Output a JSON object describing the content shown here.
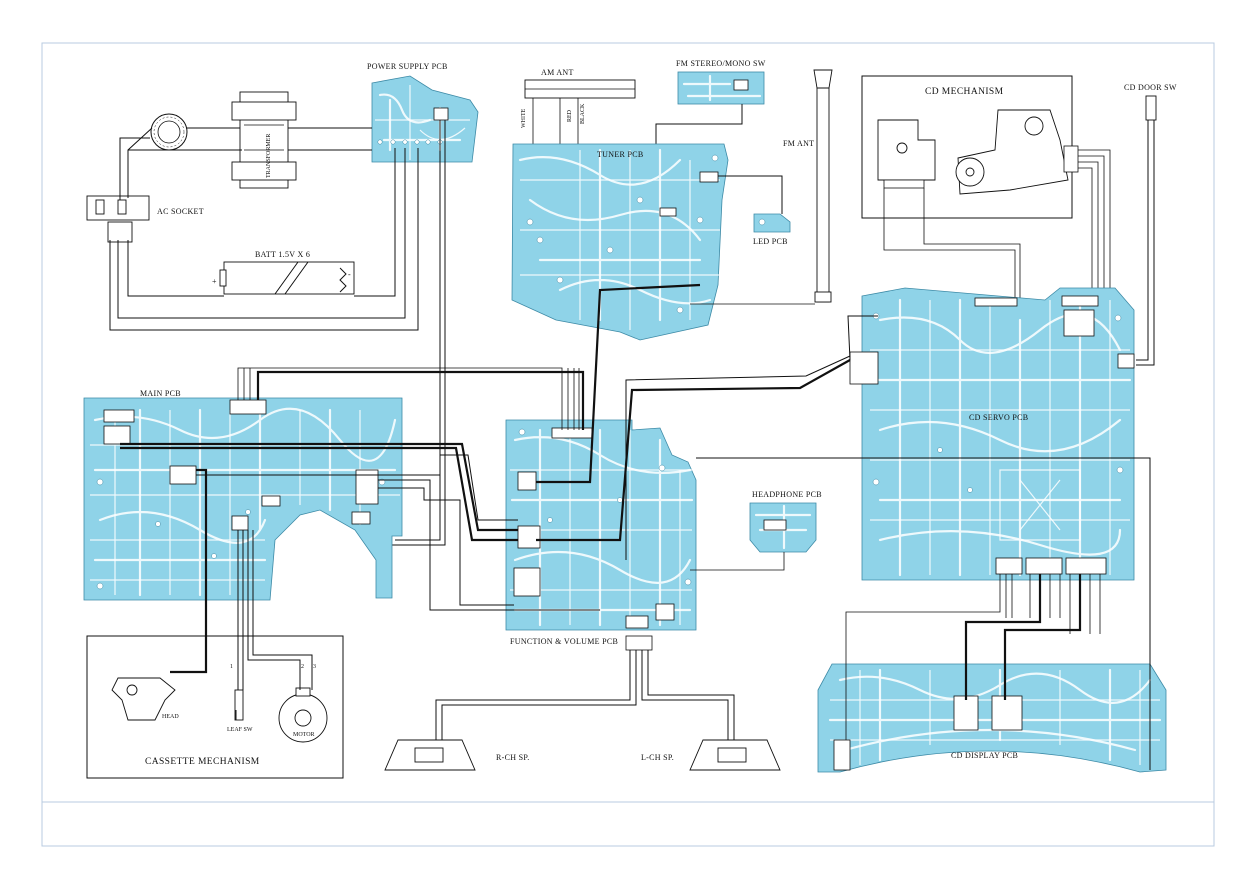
{
  "labels": {
    "power_supply": "POWER SUPPLY PCB",
    "transformer": "TRANSFORMER",
    "ac_socket": "AC SOCKET",
    "battery": "BATT 1.5V X 6",
    "am_ant": "AM ANT",
    "white": "WHITE",
    "red": "RED",
    "black": "BLACK",
    "fm_switch": "FM STEREO/MONO SW",
    "fm_ant": "FM ANT",
    "tuner_pcb": "TUNER PCB",
    "led_pcb": "LED PCB",
    "cd_mechanism": "CD MECHANISM",
    "cd_door_sw": "CD DOOR SW",
    "main_pcb": "MAIN PCB",
    "cd_servo_pcb": "CD SERVO PCB",
    "headphone_pcb": "HEADPHONE PCB",
    "function_volume_pcb": "FUNCTION & VOLUME PCB",
    "cassette_mechanism": "CASSETTE MECHANISM",
    "head": "HEAD",
    "leaf_sw": "LEAF SW",
    "motor": "MOTOR",
    "r_ch_sp": "R-CH SP.",
    "l_ch_sp": "L-CH SP.",
    "cd_display_pcb": "CD DISPLAY PCB",
    "plus": "+",
    "minus": "-",
    "pin1": "1",
    "pin2": "2",
    "pin3": "3"
  },
  "colors": {
    "pcb_fill": "#8fd3e8",
    "pcb_outline": "#3d8aa6",
    "wire": "#111111",
    "frame": "#b8cbe0"
  }
}
